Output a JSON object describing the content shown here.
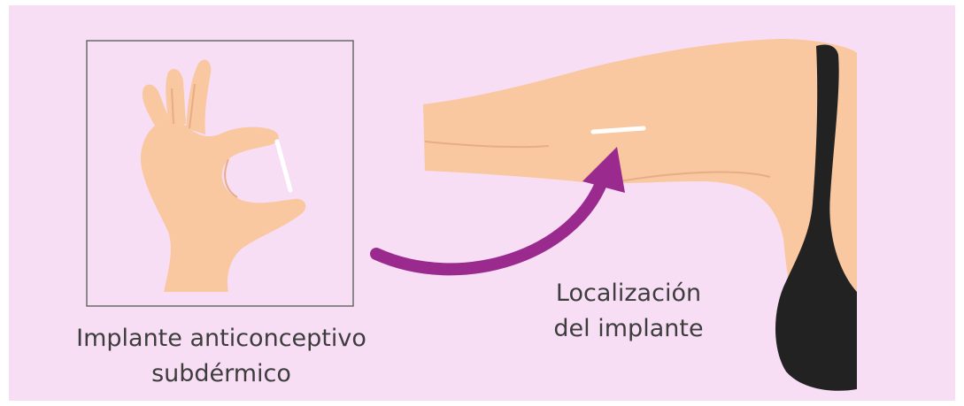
{
  "colors": {
    "background": "#f8def4",
    "skin": "#f9c8a0",
    "skin_shadow": "#e7ad86",
    "implant": "#ffffff",
    "arrow": "#9b2a8f",
    "bra": "#222222",
    "frame": "#6b6b6b",
    "text": "#3d3d3d"
  },
  "left_caption": {
    "line1": "Implante anticonceptivo",
    "line2": "subdérmico"
  },
  "right_caption": {
    "line1": "Localización",
    "line2": "del implante"
  }
}
